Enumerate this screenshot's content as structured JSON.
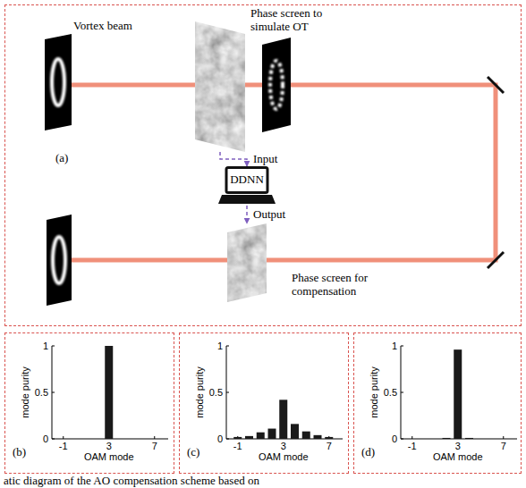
{
  "diagram": {
    "caption": "atic diagram of the AO compensation scheme based on",
    "nodes": [
      {
        "text": [
          "(a)"
        ]
      },
      {
        "text": [
          "Vortex beam"
        ],
        "in": 0
      },
      {
        "text": [
          "Phase screen to simulate OT"
        ],
        "in": 0
      },
      {
        "text": [
          "DDNN"
        ],
        "in": 0
      },
      {
        "text": [
          "Phase screen for compensation"
        ],
        "in": 0
      },
      {
        "text": [
          "(b)"
        ]
      },
      {
        "text": [
          "(c)"
        ]
      },
      {
        "text": [
          "(d)"
        ]
      }
    ],
    "edges": [
      {
        "from": 2,
        "to": 3,
        "arrow": "to",
        "label": "Input"
      },
      {
        "from": 3,
        "to": 4,
        "arrow": "to",
        "label": "Output"
      }
    ],
    "labels": [
      "1",
      "0.5",
      "0",
      "-1",
      "3",
      "7",
      "mode purity",
      "OAM mode",
      "1",
      "0.5",
      "0",
      "-1",
      "3",
      "7",
      "mode purity",
      "OAM mode",
      "1",
      "0.5",
      "0",
      "-1",
      "3",
      "7",
      "mode purity",
      "OAM mode"
    ]
  }
}
